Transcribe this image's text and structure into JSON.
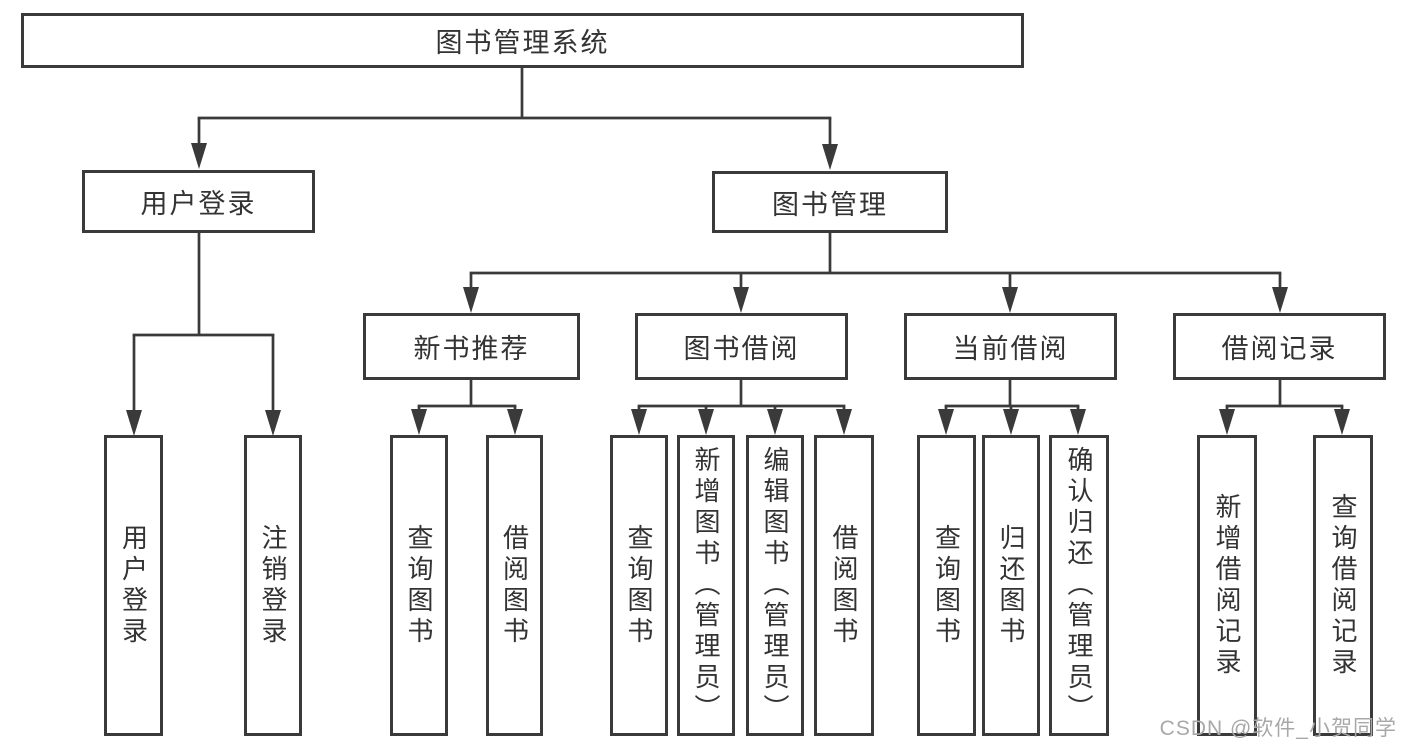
{
  "diagram": {
    "root": "图书管理系统",
    "level2": {
      "user_login": "用户登录",
      "book_management": "图书管理"
    },
    "level3": {
      "new_books": "新书推荐",
      "book_borrowing": "图书借阅",
      "current_borrowing": "当前借阅",
      "borrow_records": "借阅记录"
    },
    "leaves": {
      "user_login": "用户登录",
      "logout": "注销登录",
      "nb_query": "查询图书",
      "nb_borrow": "借阅图书",
      "bb_query": "查询图书",
      "bb_add": "新增图书（管理员）",
      "bb_edit": "编辑图书（管理员）",
      "bb_borrow": "借阅图书",
      "cb_query": "查询图书",
      "cb_return": "归还图书",
      "cb_confirm": "确认归还（管理员）",
      "br_add": "新增借阅记录",
      "br_query": "查询借阅记录"
    },
    "watermark": "CSDN @软件_小贺同学",
    "colors": {
      "line": "#3a3a3a",
      "text": "#333333",
      "watermark": "#a8a8a8",
      "background": "#ffffff"
    }
  }
}
